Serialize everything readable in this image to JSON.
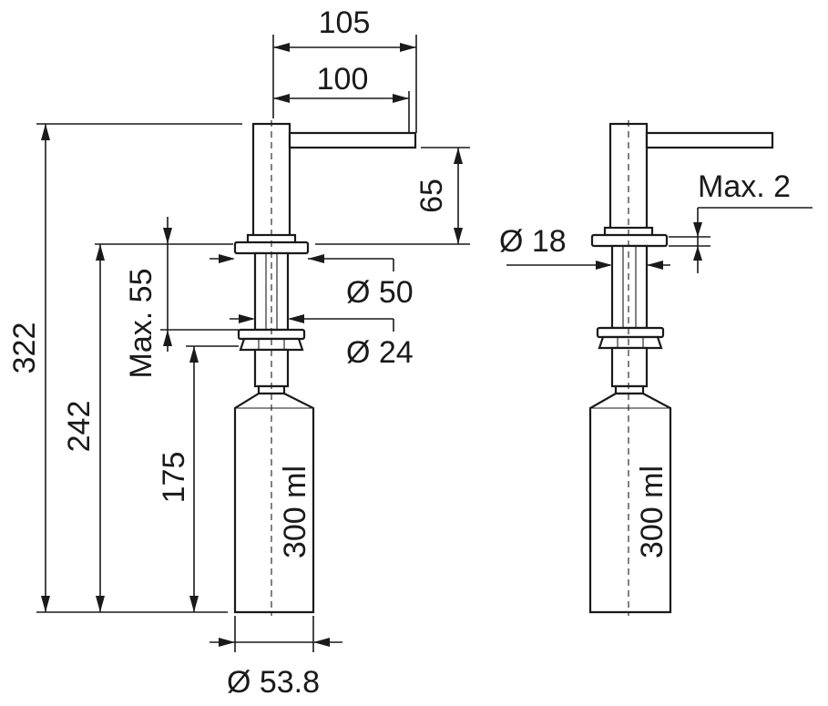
{
  "dimensions": {
    "width_105": "105",
    "width_100": "100",
    "height_322": "322",
    "height_65": "65",
    "height_242": "242",
    "height_max55": "Max. 55",
    "height_175": "175",
    "dia_50": "Ø 50",
    "dia_24": "Ø 24",
    "dia_53_8": "Ø 53.8",
    "dia_18": "Ø 18",
    "thick_max2": "Max. 2"
  },
  "bottle": {
    "volume_left": "300 ml",
    "volume_right": "300 ml"
  }
}
